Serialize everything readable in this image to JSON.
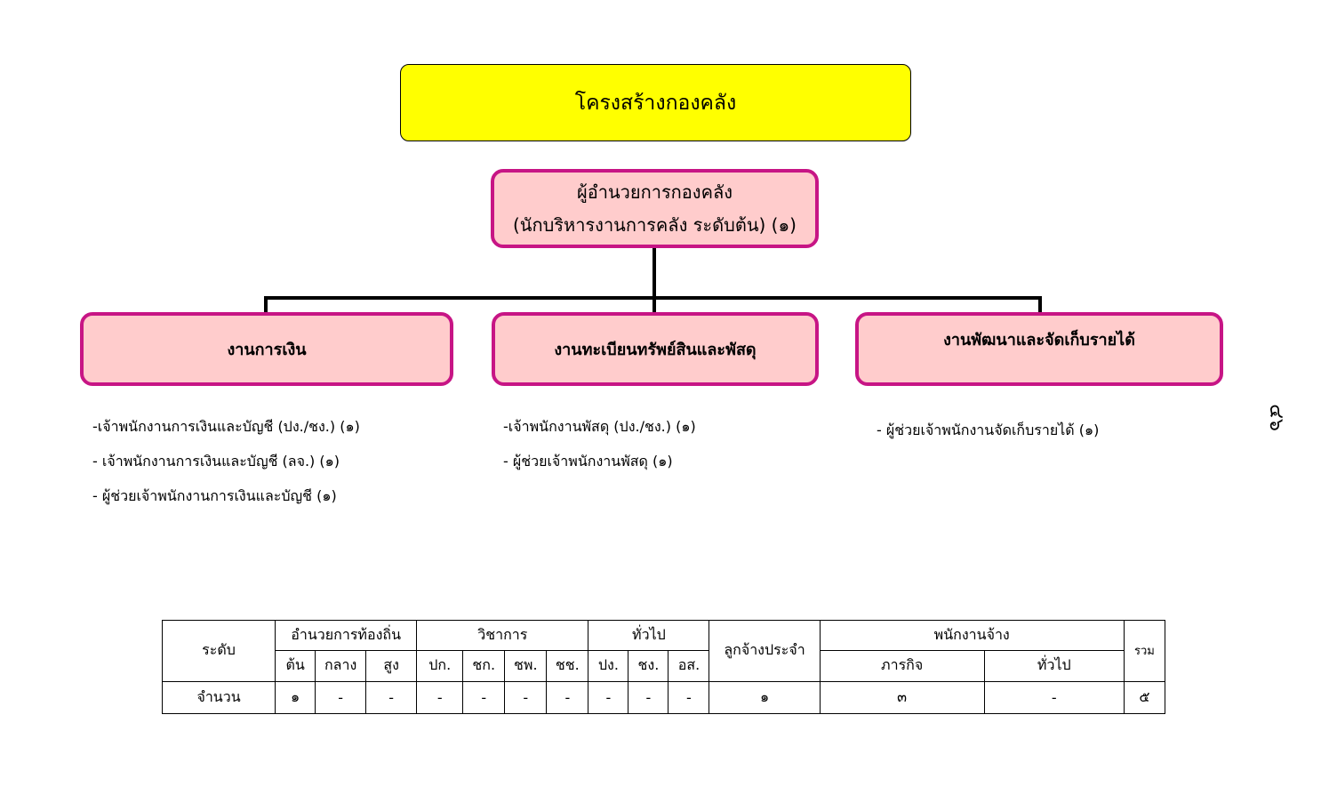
{
  "title": "โครงสร้างกองคลัง",
  "director": {
    "line1": "ผู้อำนวยการกองคลัง",
    "line2": "(นักบริหารงานการคลัง ระดับต้น) (๑)"
  },
  "units": [
    {
      "name": "งานการเงิน",
      "staff": [
        "-เจ้าพนักงานการเงินและบัญชี  (ปง./ชง.)  (๑)",
        "- เจ้าพนักงานการเงินและบัญชี  (ลจ.) (๑)",
        "- ผู้ช่วยเจ้าพนักงานการเงินและบัญชี (๑)"
      ]
    },
    {
      "name": "งานทะเบียนทรัพย์สินและพัสดุ",
      "staff": [
        "-เจ้าพนักงานพัสดุ  (ปง./ชง.)  (๑)",
        "- ผู้ช่วยเจ้าพนักงานพัสดุ (๑)"
      ]
    },
    {
      "name": "งานพัฒนาและจัดเก็บรายได้",
      "staff": [
        "- ผู้ช่วยเจ้าพนักงานจัดเก็บรายได้ (๑)"
      ]
    }
  ],
  "page_number": "๔๖",
  "table": {
    "level_label": "ระดับ",
    "count_label": "จำนวน",
    "groups": {
      "local_director": "อำนวยการท้องถิ่น",
      "academic": "วิชาการ",
      "general": "ทั่วไป",
      "permanent_employee": "ลูกจ้างประจำ",
      "contract_staff": "พนักงานจ้าง",
      "total": "รวม"
    },
    "subheaders": {
      "local_director": [
        "ต้น",
        "กลาง",
        "สูง"
      ],
      "academic": [
        "ปก.",
        "ชก.",
        "ชพ.",
        "ชช."
      ],
      "general": [
        "ปง.",
        "ชง.",
        "อส."
      ],
      "contract_staff": [
        "ภารกิจ",
        "ทั่วไป"
      ]
    },
    "counts": {
      "local_director": [
        "๑",
        "-",
        "-"
      ],
      "academic": [
        "-",
        "-",
        "-",
        "-"
      ],
      "general": [
        "-",
        "-",
        "-"
      ],
      "permanent_employee": "๑",
      "contract_staff": [
        "๓",
        "-"
      ],
      "total": "๕"
    }
  }
}
